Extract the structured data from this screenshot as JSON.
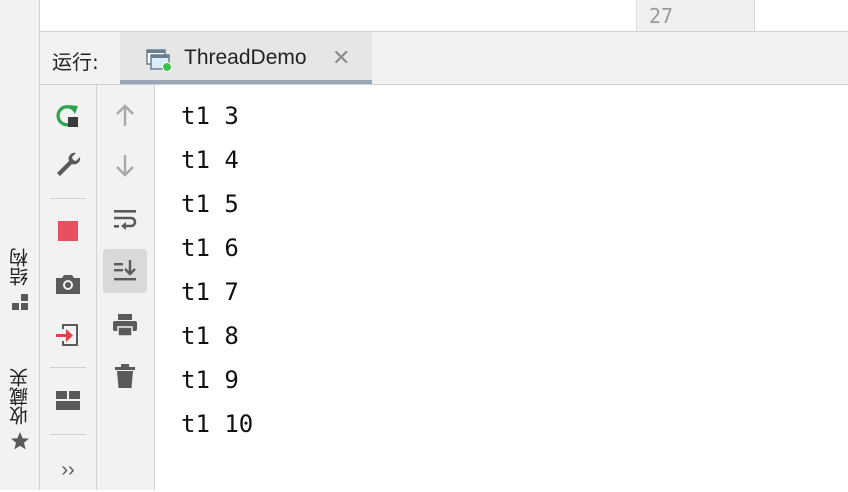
{
  "left_strip": {
    "structure_label": "结构",
    "favorites_label": "收藏夹"
  },
  "editor": {
    "line_number": "27"
  },
  "run_panel": {
    "label": "运行:",
    "tab_title": "ThreadDemo",
    "tab_close": "✕"
  },
  "toolbar": {
    "more_label": "››"
  },
  "console": {
    "lines": [
      "t1 3",
      "t1 4",
      "t1 5",
      "t1 6",
      "t1 7",
      "t1 8",
      "t1 9",
      "t1 10"
    ]
  },
  "colors": {
    "rerun": "#2aa44f",
    "stop": "#e85060",
    "exit_arrow": "#e0404b",
    "icon_gray": "#5a5a5a",
    "icon_disabled": "#a8a8a8"
  }
}
